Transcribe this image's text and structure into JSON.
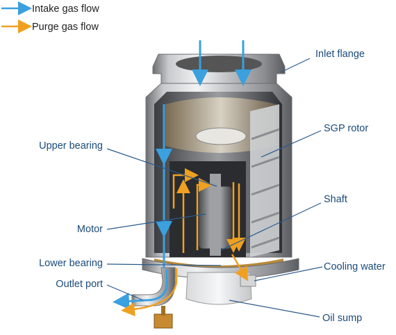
{
  "legend": {
    "intake": "Intake gas flow",
    "purge": "Purge gas flow"
  },
  "colors": {
    "intake": "#3aa0de",
    "purge": "#f0a020",
    "label": "#1a4a7a",
    "leader": "#2a5a8c"
  },
  "labels": {
    "inlet_flange": "Inlet flange",
    "sgp_rotor": "SGP rotor",
    "upper_bearing": "Upper bearing",
    "shaft": "Shaft",
    "motor": "Motor",
    "lower_bearing": "Lower bearing",
    "cooling_water": "Cooling water",
    "outlet_port": "Outlet port",
    "oil_sump": "Oil sump"
  }
}
